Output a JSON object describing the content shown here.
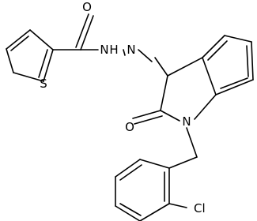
{
  "molecule": {
    "atoms": {
      "O_amide": "O",
      "S_thiophene": "S",
      "N_hydrazone1": "N",
      "H_hydrazone": "H",
      "N_hydrazone2": "N",
      "O_oxindole": "O",
      "N_indole": "N",
      "Cl": "Cl"
    }
  }
}
